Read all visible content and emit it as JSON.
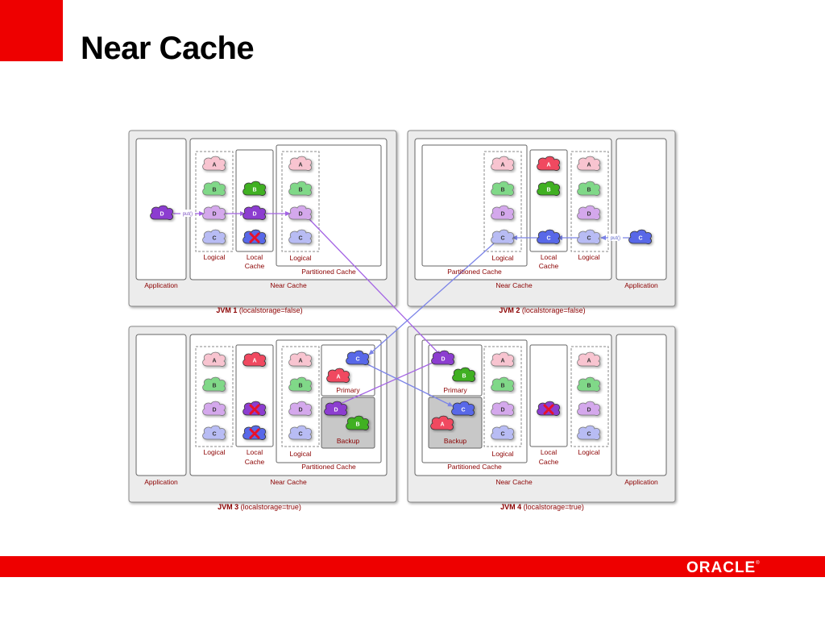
{
  "slide": {
    "title": "Near Cache",
    "logo": "ORACLE"
  },
  "labels": {
    "put": "put()",
    "logical": "Logical",
    "local_cache_1": "Local",
    "local_cache_2": "Cache",
    "partitioned_cache": "Partitioned Cache",
    "near_cache": "Near Cache",
    "application": "Application",
    "primary": "Primary",
    "backup": "Backup",
    "jvm1_name": "JVM 1",
    "jvm1_opt": " (localstorage=false)",
    "jvm2_name": "JVM 2",
    "jvm2_opt": " (localstorage=false)",
    "jvm3_name": "JVM 3",
    "jvm3_opt": " (localstorage=true)",
    "jvm4_name": "JVM 4",
    "jvm4_opt": " (localstorage=true)"
  },
  "colors": {
    "A": "#f8c4d0",
    "B": "#80d888",
    "C": "#b8bcf4",
    "D": "#d4a8ec",
    "A_dark": "#f04860",
    "B_dark": "#40b020",
    "C_dark": "#5868e8",
    "D_dark": "#8c3cd0",
    "arrow_purple": "#a464e4",
    "arrow_blue": "#7c84e8",
    "jvm_label": "#8b0000",
    "brand_red": "#ee0000"
  }
}
